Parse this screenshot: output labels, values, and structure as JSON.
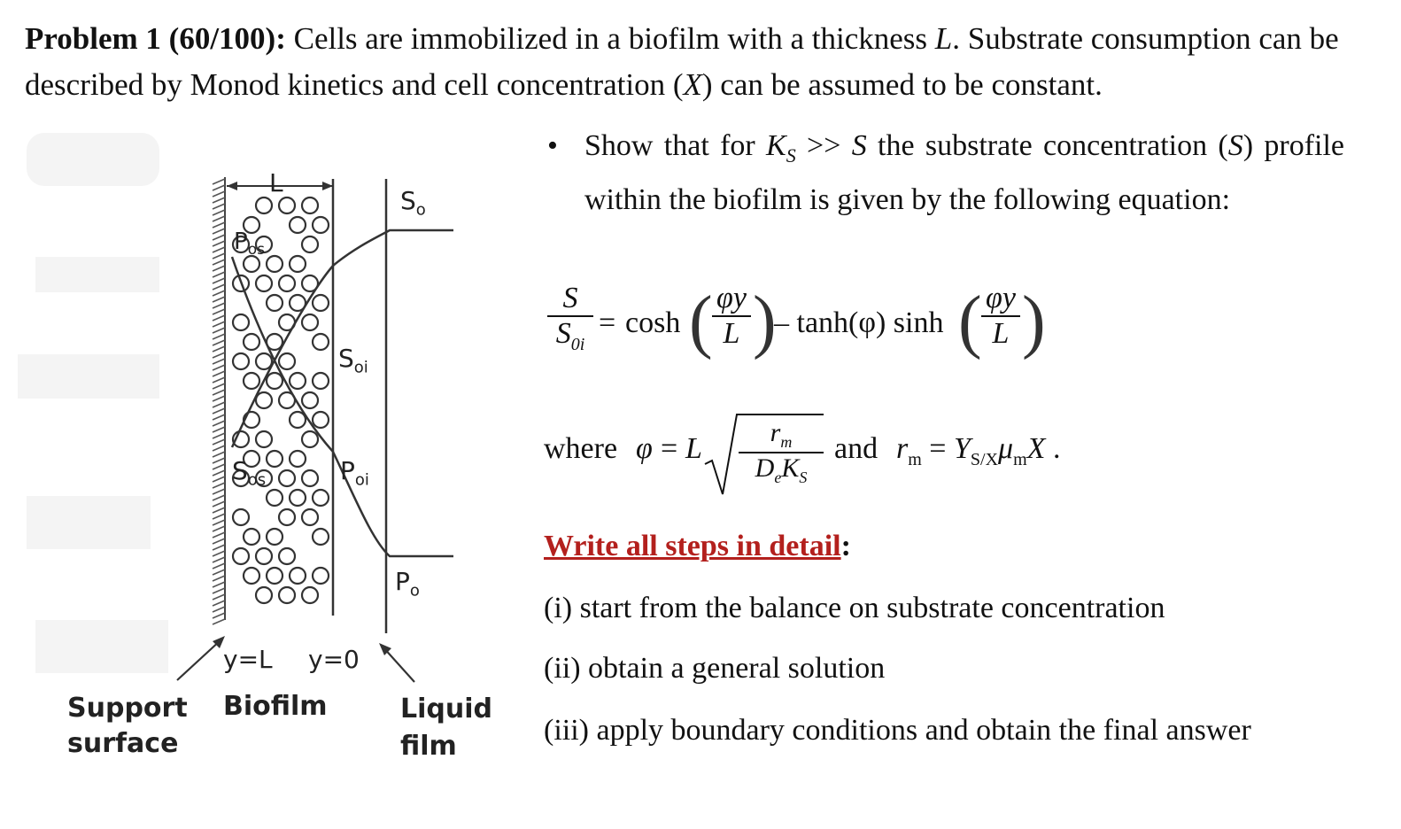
{
  "problem": {
    "lead": "Problem 1 (60/100):",
    "text_part1": " Cells are immobilized in a biofilm with a thickness ",
    "L": "L",
    "text_part2": ". Substrate consumption can be described by Monod kinetics and cell concentration (",
    "X": "X",
    "text_part3": ") can be assumed to be constant."
  },
  "bullet": {
    "part1": "Show that for ",
    "Ks": "K",
    "Ks_sub": "S",
    "part2": " >> ",
    "S": "S",
    "part3": " the substrate concentration (",
    "S2": "S",
    "part4": ") profile within the biofilm is given by the following equation:"
  },
  "equation": {
    "lhs_num": "S",
    "lhs_den": "S",
    "lhs_den_sub": "0i",
    "eq": "=",
    "cosh": "cosh",
    "phi_y": "φy",
    "L": "L",
    "minus": "– tanh(φ) sinh",
    "phi_y2": "φy",
    "L2": "L"
  },
  "where": {
    "where": "where",
    "phi": "φ",
    "eq": "=",
    "L": "L",
    "rm": "r",
    "rm_sub": "m",
    "De": "D",
    "De_sub": "e",
    "Ks": "K",
    "Ks_sub": "S",
    "and": "and",
    "rm2": "r",
    "rm2_sub": "m",
    "eq2": "=",
    "Y": "Y",
    "Y_sub": "S/X",
    "mu": "μ",
    "mu_sub": "m",
    "X": "X",
    "period": "."
  },
  "instructions": {
    "write_all": "Write all steps in detail",
    "colon": ":",
    "step1": "(i) start from the balance on substrate concentration",
    "step2": "(ii) obtain a general solution",
    "step3": "(iii) apply boundary conditions and obtain the final answer"
  },
  "diagram": {
    "L_label": "L",
    "Pos": "P",
    "Pos_sub": "os",
    "So": "S",
    "So_sub": "o",
    "Soi": "S",
    "Soi_sub": "oi",
    "Sos": "S",
    "Sos_sub": "os",
    "Poi": "P",
    "Poi_sub": "oi",
    "Po": "P",
    "Po_sub": "o",
    "yL": "y=L",
    "y0": "y=0",
    "support": "Support surface",
    "support_line1": "Support",
    "support_line2": "surface",
    "biofilm": "Biofilm",
    "liquid_line1": "Liquid",
    "liquid_line2": "film"
  }
}
